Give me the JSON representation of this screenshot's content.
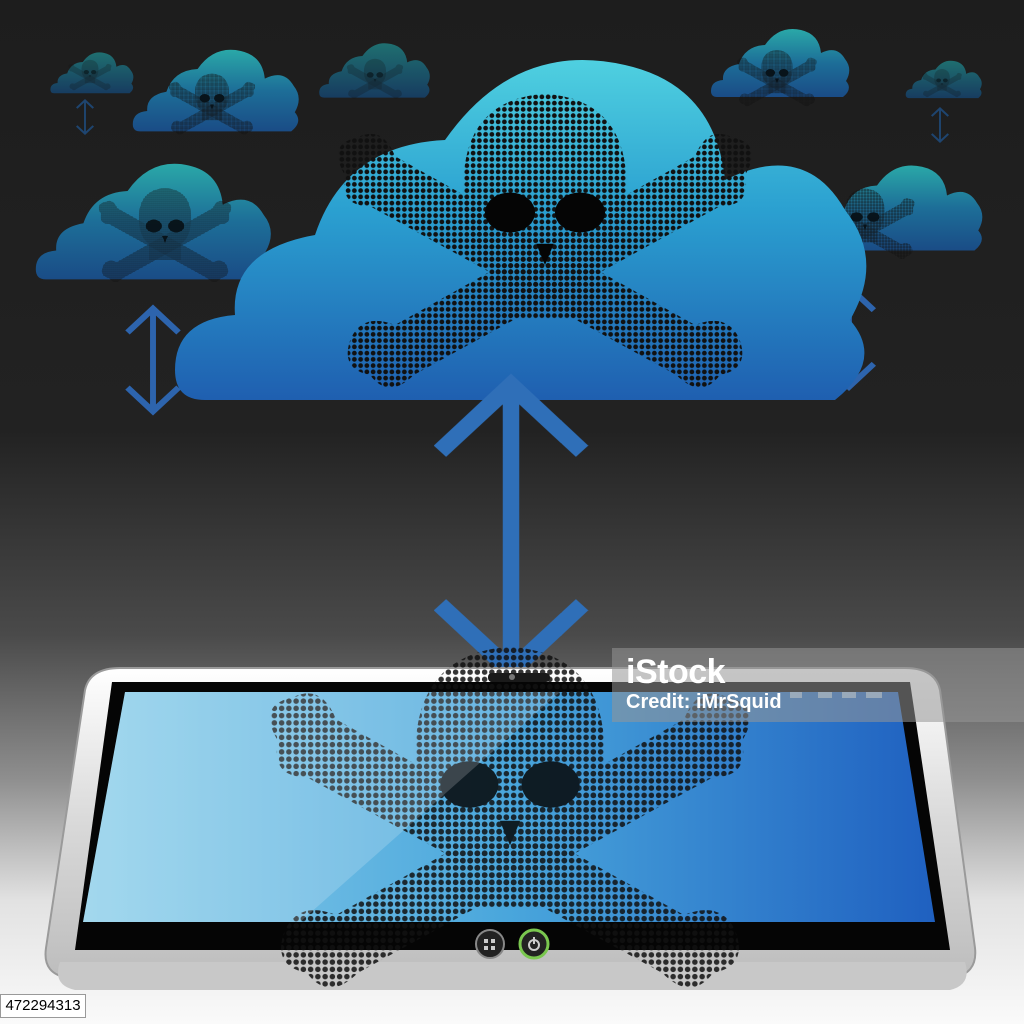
{
  "watermark": {
    "brand": "iStock",
    "credit_label": "Credit: ",
    "credit_author": "iMrSquid"
  },
  "stock_id": "472294313",
  "colors": {
    "background_top": "#1d1d1d",
    "background_bottom": "#fafafa",
    "cloud_main": "#2e8ec4",
    "cloud_back": "#1c5d88",
    "arrow": "#2f6fb8",
    "screen": "#3f8fd0",
    "skull": "#111111"
  },
  "icons": [
    "cloud-icon",
    "skull-crossbones-icon",
    "double-arrow-icon",
    "tablet-icon",
    "camera-icon",
    "menu-icon",
    "power-icon",
    "wifi-icon",
    "volume-icon",
    "signal-icon",
    "battery-icon"
  ]
}
